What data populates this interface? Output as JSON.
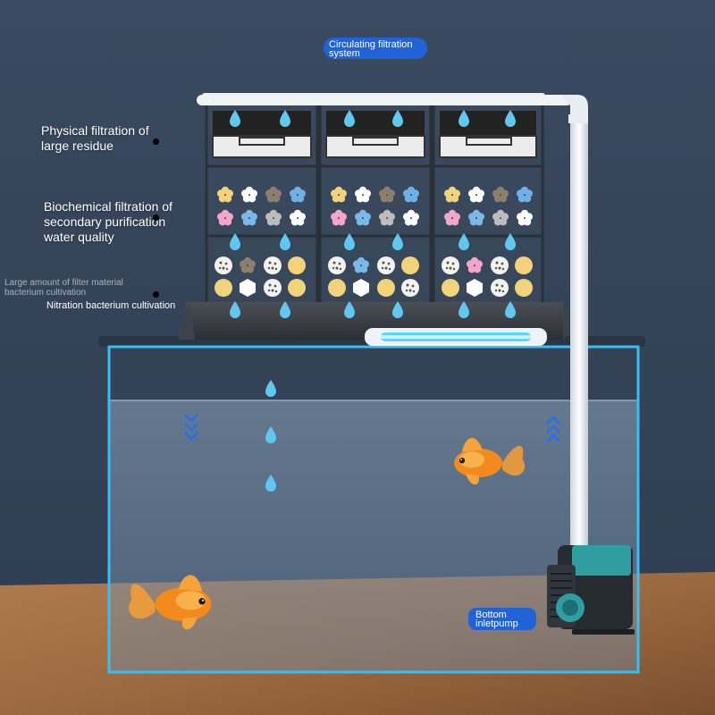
{
  "labels": {
    "system_title": "Circulating filtration system",
    "physical": "Physical filtration of large residue",
    "biochemical": "Biochemical filtration of secondary purification water quality",
    "filter_material": "Large amount of filter material bacterium cultivation",
    "nitration": "Nitration bacterium cultivation",
    "pump": "Bottom inletpump"
  },
  "colors": {
    "accent": "#1f63d6",
    "water_drop": "#5ec8f0",
    "tank_outline": "#34c0f2",
    "uv_light": "#57d7ff",
    "pump_body": "#262b30",
    "pump_cap": "#2f9ea0",
    "floor": "#a87245"
  },
  "icons": [
    "water-drop-icon",
    "down-arrows-icon",
    "up-arrows-icon",
    "flower-media-icon",
    "ceramic-ring-icon",
    "goldfish-icon",
    "pump-icon"
  ]
}
